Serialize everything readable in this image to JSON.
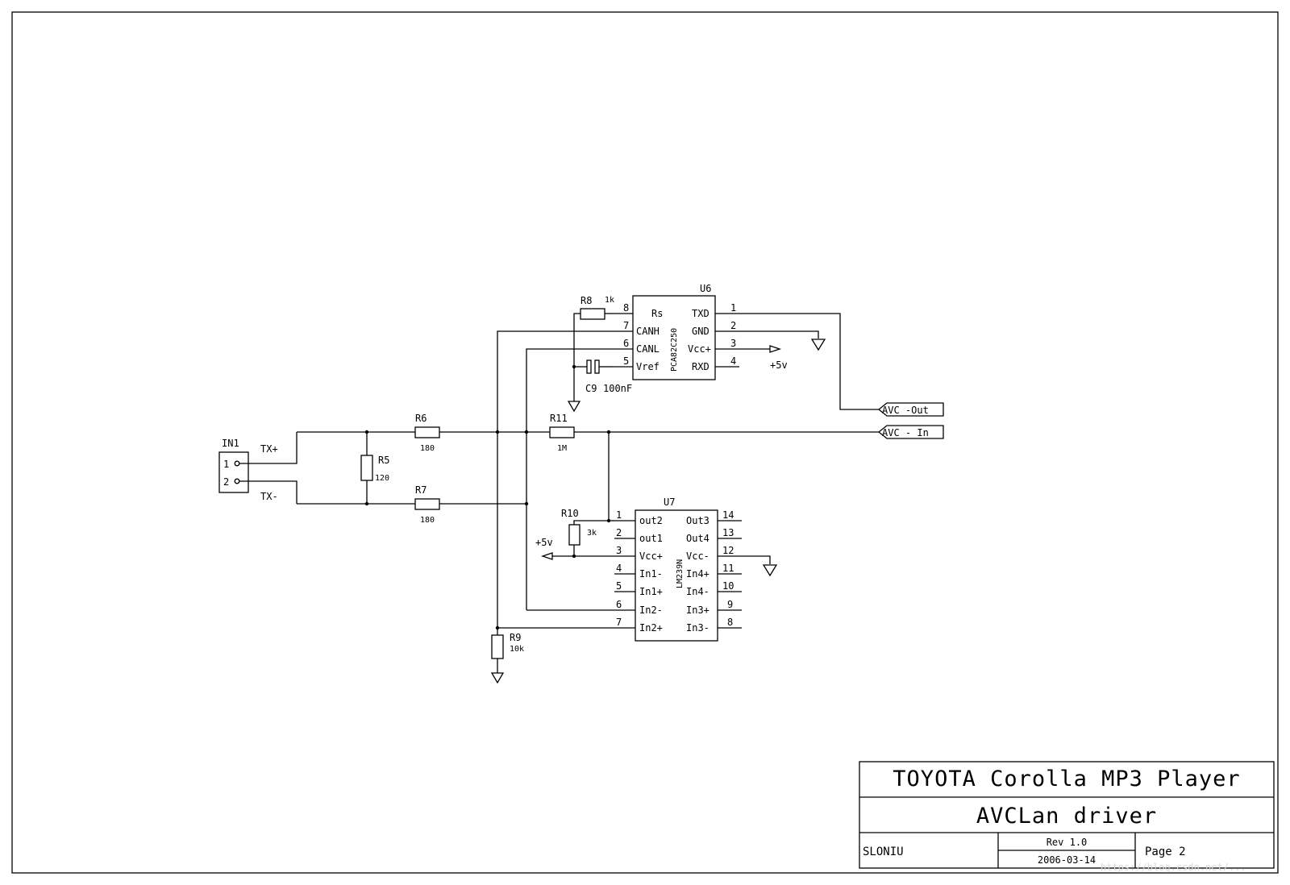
{
  "title_block": {
    "project": "TOYOTA Corolla MP3 Player",
    "sheet_title": "AVCLan driver",
    "author": "SLONIU",
    "rev": "Rev 1.0",
    "date": "2006-03-14",
    "page": "Page 2"
  },
  "u6": {
    "ref": "U6",
    "part": "PCA82C250",
    "left_pins": [
      {
        "num": "8",
        "name": "Rs"
      },
      {
        "num": "7",
        "name": "CANH"
      },
      {
        "num": "6",
        "name": "CANL"
      },
      {
        "num": "5",
        "name": "Vref"
      }
    ],
    "right_pins": [
      {
        "num": "1",
        "name": "TXD"
      },
      {
        "num": "2",
        "name": "GND"
      },
      {
        "num": "3",
        "name": "Vcc+"
      },
      {
        "num": "4",
        "name": "RXD"
      }
    ]
  },
  "u7": {
    "ref": "U7",
    "part": "LM239N",
    "left_pins": [
      {
        "num": "1",
        "name": "out2"
      },
      {
        "num": "2",
        "name": "out1"
      },
      {
        "num": "3",
        "name": "Vcc+"
      },
      {
        "num": "4",
        "name": "In1-"
      },
      {
        "num": "5",
        "name": "In1+"
      },
      {
        "num": "6",
        "name": "In2-"
      },
      {
        "num": "7",
        "name": "In2+"
      }
    ],
    "right_pins": [
      {
        "num": "14",
        "name": "Out3"
      },
      {
        "num": "13",
        "name": "Out4"
      },
      {
        "num": "12",
        "name": "Vcc-"
      },
      {
        "num": "11",
        "name": "In4+"
      },
      {
        "num": "10",
        "name": "In4-"
      },
      {
        "num": "9",
        "name": "In3+"
      },
      {
        "num": "8",
        "name": "In3-"
      }
    ]
  },
  "connector": {
    "ref": "IN1",
    "pin1": "1",
    "pin2": "2",
    "net1": "TX+",
    "net2": "TX-"
  },
  "resistors": {
    "r5": {
      "ref": "R5",
      "value": "120"
    },
    "r6": {
      "ref": "R6",
      "value": "180"
    },
    "r7": {
      "ref": "R7",
      "value": "180"
    },
    "r8": {
      "ref": "R8",
      "value": "1k"
    },
    "r9": {
      "ref": "R9",
      "value": "10k"
    },
    "r10": {
      "ref": "R10",
      "value": "3k"
    },
    "r11": {
      "ref": "R11",
      "value": "1M"
    }
  },
  "capacitors": {
    "c9": {
      "ref": "C9",
      "value": "100nF"
    }
  },
  "power": {
    "vcc_u6": "+5v",
    "vcc_u7": "+5v"
  },
  "ports": {
    "avc_out": "AVC -Out",
    "avc_in": "AVC - In"
  },
  "watermark": "https://blog.csdn.net/..."
}
